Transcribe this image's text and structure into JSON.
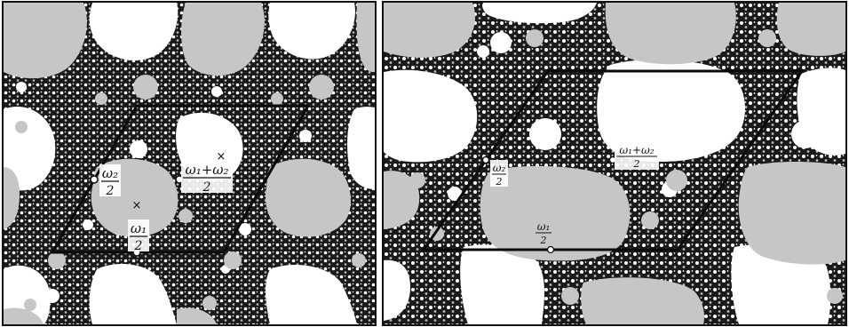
{
  "panels": [
    {
      "id": "left",
      "labels": {
        "omega2_half": {
          "num": "ω₂",
          "den": "2"
        },
        "omega1_half": {
          "num": "ω₁",
          "den": "2"
        },
        "omega_sum_half": {
          "num": "ω₁+ω₂",
          "den": "2"
        }
      },
      "markers": [
        "×",
        "×"
      ]
    },
    {
      "id": "right",
      "labels": {
        "omega2_half": {
          "num": "ω₂",
          "den": "2"
        },
        "omega1_half": {
          "num": "ω₁",
          "den": "2"
        },
        "omega_sum_half": {
          "num": "ω₁+ω₂",
          "den": "2"
        }
      }
    }
  ],
  "colors": {
    "julia_set": "#1a1a1a",
    "filled_gray": "#c6c6c6",
    "white": "#ffffff",
    "parallelogram": "#0a0a0a"
  }
}
